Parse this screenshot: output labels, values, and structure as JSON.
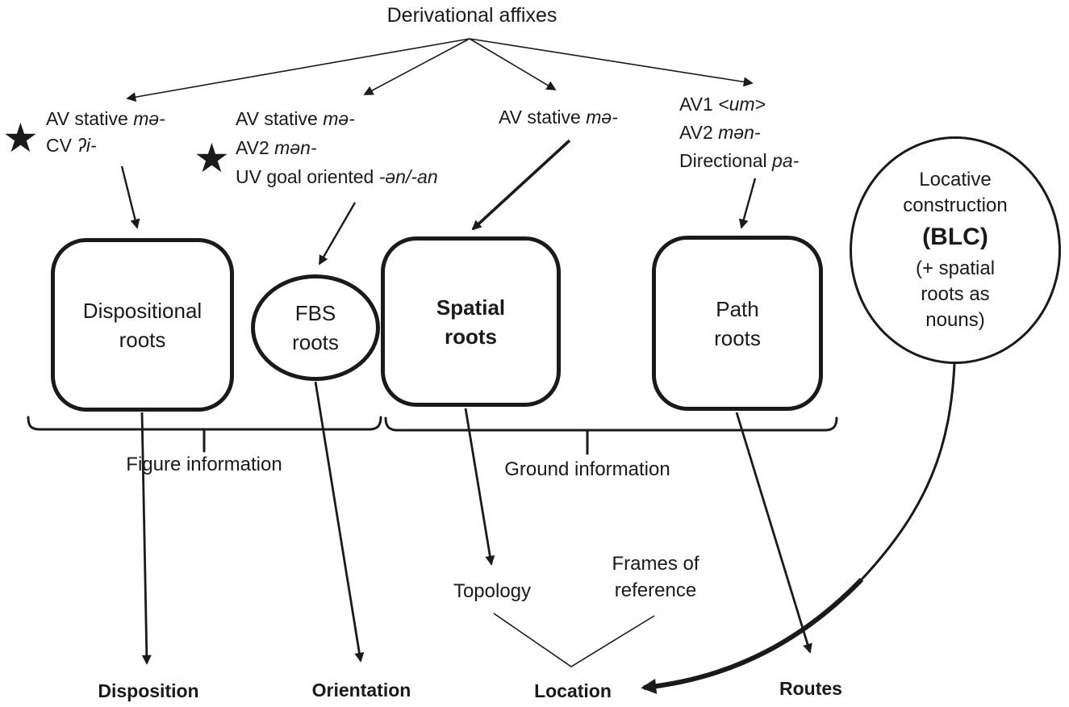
{
  "ink": "#1a1a1a",
  "title": "Derivational affixes",
  "icons": {
    "star": "★"
  },
  "affixes": {
    "g1": {
      "l1_pre": "AV stative ",
      "l1_it": "mə-",
      "l2_pre": "CV ",
      "l2_it": "ʔi-"
    },
    "g2": {
      "l1_pre": "AV stative ",
      "l1_it": "mə-",
      "l2_pre": "AV2 ",
      "l2_it": "mən-",
      "l3_pre": "UV goal oriented ",
      "l3_it": "-ən/-an"
    },
    "g3": {
      "l1_pre": "AV stative ",
      "l1_it": "mə-"
    },
    "g4": {
      "l1_pre": "AV1 ",
      "l1_it": "<um>",
      "l2_pre": "AV2 ",
      "l2_it": "mən-",
      "l3_pre": "Directional ",
      "l3_it": "pa-"
    }
  },
  "nodes": {
    "dispositional": "Dispositional roots",
    "fbs": "FBS roots",
    "spatial": "Spatial roots",
    "path": "Path roots",
    "blc": {
      "l1": "Locative",
      "l2": "construction",
      "l3": "(BLC)",
      "l4": "(+ spatial",
      "l5": "roots as",
      "l6": "nouns)"
    }
  },
  "groupings": {
    "figure": "Figure information",
    "ground": "Ground information"
  },
  "mediators": {
    "topology": "Topology",
    "frames": "Frames of reference"
  },
  "outcomes": {
    "disposition": "Disposition",
    "orientation": "Orientation",
    "location": "Location",
    "routes": "Routes"
  }
}
